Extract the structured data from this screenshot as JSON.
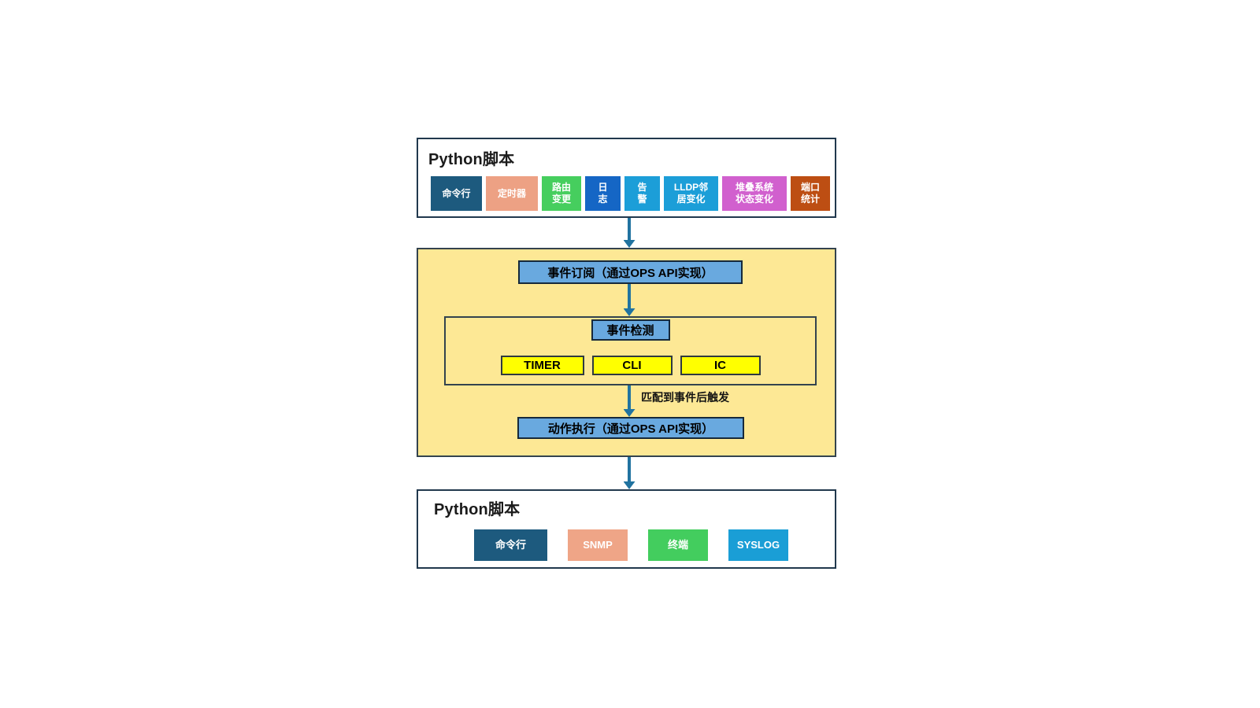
{
  "colors": {
    "arrow": "#2173a0",
    "engine_bg": "#fde895",
    "blue_box_bg": "#69a9df",
    "source_box_bg": "#ffff00"
  },
  "top_panel": {
    "title": "Python脚本",
    "tags": [
      {
        "label": "命令行",
        "bg": "#1d5a7e"
      },
      {
        "label": "定时器",
        "bg": "#eda184"
      },
      {
        "label": "路由\n变更",
        "bg": "#46ce5e"
      },
      {
        "label": "日\n志",
        "bg": "#1566c5"
      },
      {
        "label": "告\n警",
        "bg": "#1c9ed8"
      },
      {
        "label": "LLDP邻\n居变化",
        "bg": "#1c9ed8"
      },
      {
        "label": "堆叠系统\n状态变化",
        "bg": "#d160ce"
      },
      {
        "label": "端口\n统计",
        "bg": "#bd4e13"
      }
    ]
  },
  "engine_panel": {
    "subscribe_label": "事件订阅（通过OPS API实现）",
    "detection_title": "事件检测",
    "sources": [
      "TIMER",
      "CLI",
      "IC"
    ],
    "trigger_label": "匹配到事件后触发",
    "action_label": "动作执行（通过OPS API实现）"
  },
  "bottom_panel": {
    "title": "Python脚本",
    "tags": [
      {
        "label": "命令行",
        "bg": "#1d5a7e"
      },
      {
        "label": "SNMP",
        "bg": "#efa587"
      },
      {
        "label": "终端",
        "bg": "#43cd5e"
      },
      {
        "label": "SYSLOG",
        "bg": "#1a9ed6"
      }
    ]
  }
}
